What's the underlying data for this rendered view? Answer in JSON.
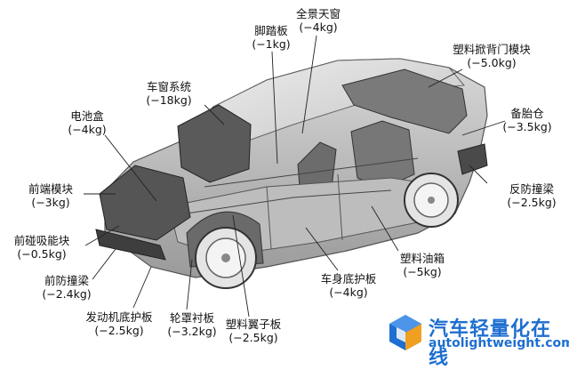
{
  "components": [
    {
      "id": "floor-mat",
      "name": "脚踏板",
      "weight": "(−1kg)"
    },
    {
      "id": "panoramic-roof",
      "name": "全景天窗",
      "weight": "(−4kg)"
    },
    {
      "id": "tailgate",
      "name": "塑料掀背门模块",
      "weight": "(−5.0kg)"
    },
    {
      "id": "window-system",
      "name": "车窗系统",
      "weight": "(−18kg)"
    },
    {
      "id": "spare-tire-well",
      "name": "备胎仓",
      "weight": "(−3.5kg)"
    },
    {
      "id": "battery-box",
      "name": "电池盒",
      "weight": "(−4kg)"
    },
    {
      "id": "front-end-module",
      "name": "前端模块",
      "weight": "(−3kg)"
    },
    {
      "id": "rear-bumper-beam",
      "name": "反防撞梁",
      "weight": "(−2.5kg)"
    },
    {
      "id": "front-crash-absorber",
      "name": "前碰吸能块",
      "weight": "(−0.5kg)"
    },
    {
      "id": "plastic-fuel-tank",
      "name": "塑料油箱",
      "weight": "(−5kg)"
    },
    {
      "id": "front-bumper-beam",
      "name": "前防撞梁",
      "weight": "(−2.4kg)"
    },
    {
      "id": "underbody-panel",
      "name": "车身底护板",
      "weight": "(−4kg)"
    },
    {
      "id": "engine-skid-plate",
      "name": "发动机底护板",
      "weight": "(−2.5kg)"
    },
    {
      "id": "wheel-liner",
      "name": "轮罩衬板",
      "weight": "(−3.2kg)"
    },
    {
      "id": "plastic-fender",
      "name": "塑料翼子板",
      "weight": "(−2.5kg)"
    }
  ],
  "logo": {
    "text_cn": "汽车轻量化在线",
    "text_en": "autolightweight.com",
    "color": "#1e6fd0",
    "accent_color": "#f0a020"
  }
}
